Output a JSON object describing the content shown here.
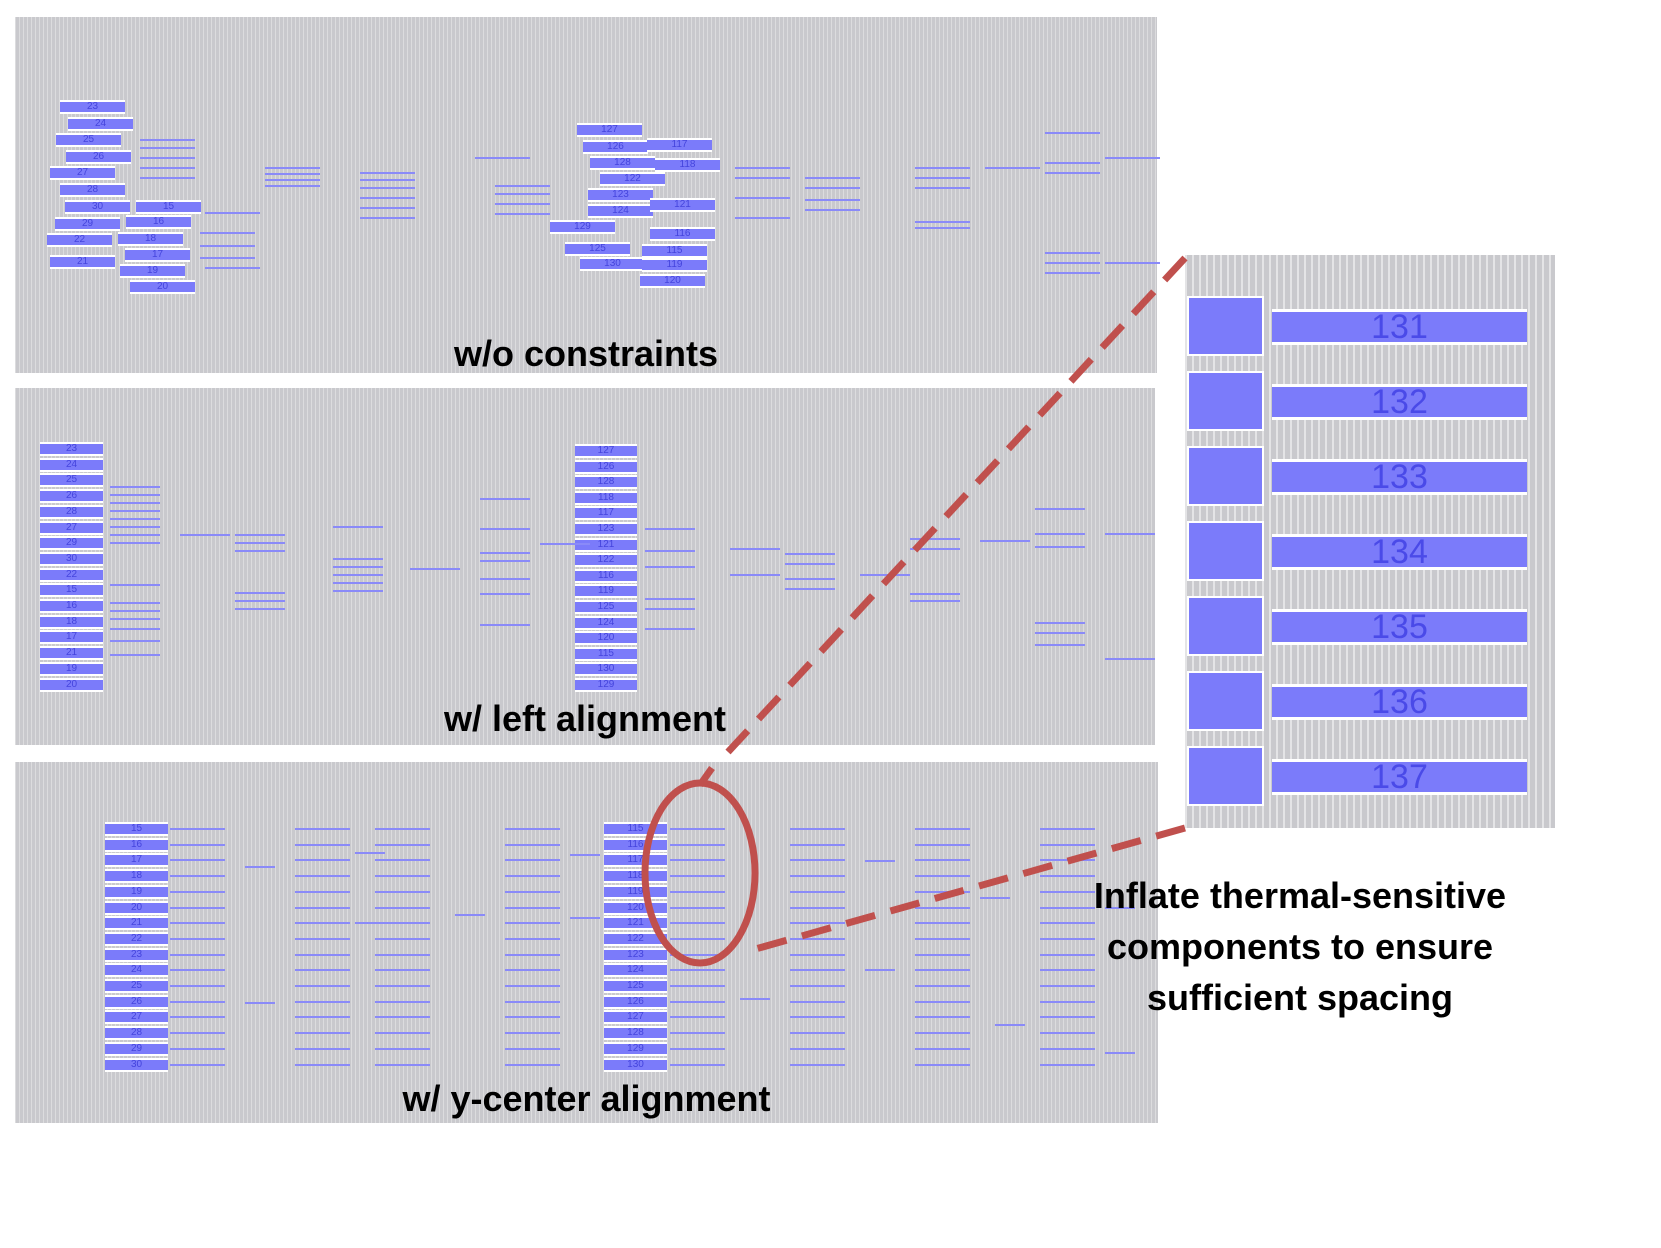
{
  "panels": [
    {
      "label": "w/o constraints",
      "blocks": [
        "23",
        "24",
        "25",
        "26",
        "27",
        "28",
        "30",
        "29",
        "22",
        "21",
        "15",
        "16",
        "18",
        "17",
        "19",
        "20",
        "127",
        "126",
        "128",
        "122",
        "123",
        "124",
        "129",
        "116",
        "125",
        "115",
        "130",
        "119",
        "120",
        "117",
        "118",
        "121"
      ]
    },
    {
      "label": "w/ left alignment",
      "left_column": [
        "23",
        "24",
        "25",
        "26",
        "28",
        "27",
        "29",
        "30",
        "22",
        "15",
        "16",
        "18",
        "17",
        "21",
        "19",
        "20"
      ],
      "mid_column": [
        "127",
        "126",
        "128",
        "118",
        "117",
        "123",
        "121",
        "122",
        "116",
        "119",
        "125",
        "124",
        "120",
        "115",
        "130",
        "129"
      ]
    },
    {
      "label": "w/ y-center alignment",
      "left_column": [
        "15",
        "16",
        "17",
        "18",
        "19",
        "20",
        "21",
        "22",
        "23",
        "24",
        "25",
        "26",
        "27",
        "28",
        "29",
        "30"
      ],
      "mid_column": [
        "115",
        "116",
        "117",
        "118",
        "119",
        "120",
        "121",
        "122",
        "123",
        "124",
        "125",
        "126",
        "127",
        "128",
        "129",
        "130"
      ]
    }
  ],
  "inset": {
    "labels": [
      "131",
      "132",
      "133",
      "134",
      "135",
      "136",
      "137"
    ]
  },
  "caption": {
    "lines": [
      "Inflate thermal-sensitive",
      "components to ensure",
      "sufficient spacing"
    ]
  },
  "colors": {
    "block": "#7b7bfa",
    "highlight": "#c0504d",
    "panel": "#c9c9cd"
  }
}
